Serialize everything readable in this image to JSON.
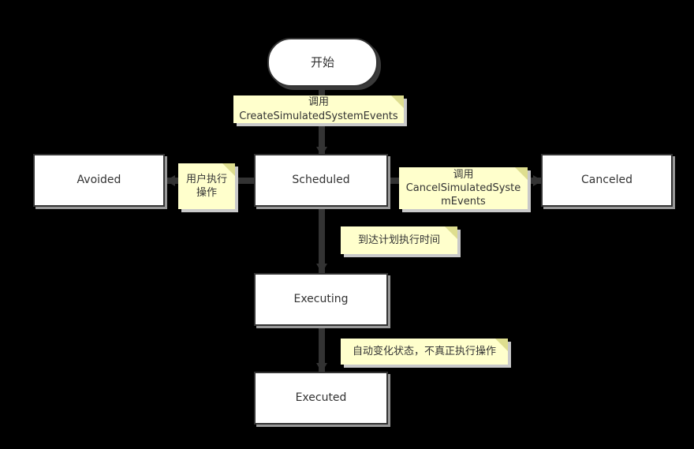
{
  "diagram": {
    "title": "SimulatedSystemEvents state machine",
    "background_color": "#000000",
    "node_fill": "#ffffff",
    "node_border": "#333333",
    "note_fill": "#ffffcc",
    "note_fold_color": "#dede8f",
    "edge_color": "#333333"
  },
  "nodes": {
    "start": {
      "label": "开始"
    },
    "avoided": {
      "label": "Avoided"
    },
    "scheduled": {
      "label": "Scheduled"
    },
    "canceled": {
      "label": "Canceled"
    },
    "executing": {
      "label": "Executing"
    },
    "executed": {
      "label": "Executed"
    }
  },
  "notes": {
    "create": {
      "label": "调用\nCreateSimulatedSystemEvents"
    },
    "user_action": {
      "label": "用户执行\n操作"
    },
    "cancel": {
      "label": "调用\nCancelSimulatedSyste\nmEvents"
    },
    "due_time": {
      "label": "到达计划执行时间"
    },
    "auto_change": {
      "label": "自动变化状态，不真正执行操作"
    }
  },
  "edges": [
    {
      "name": "start-to-scheduled",
      "from": "start",
      "to": "scheduled",
      "note": "create",
      "direction": "down"
    },
    {
      "name": "scheduled-to-avoided",
      "from": "scheduled",
      "to": "avoided",
      "note": "user_action",
      "direction": "left"
    },
    {
      "name": "scheduled-to-canceled",
      "from": "scheduled",
      "to": "canceled",
      "note": "cancel",
      "direction": "right"
    },
    {
      "name": "scheduled-to-executing",
      "from": "scheduled",
      "to": "executing",
      "note": "due_time",
      "direction": "down"
    },
    {
      "name": "executing-to-executed",
      "from": "executing",
      "to": "executed",
      "note": "auto_change",
      "direction": "down"
    }
  ]
}
